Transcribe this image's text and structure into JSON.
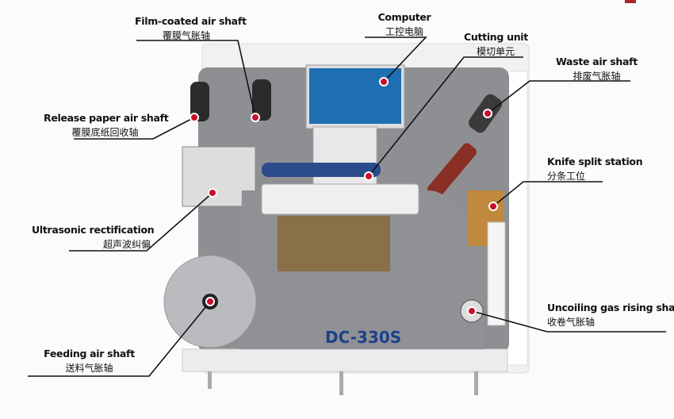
{
  "model_badge": "DC-330S",
  "accent_color": "#c8102e",
  "callouts": [
    {
      "id": "film-coated",
      "en": "Film-coated air shaft",
      "zh": "覆膜气胀轴"
    },
    {
      "id": "computer",
      "en": "Computer",
      "zh": "工控电脑"
    },
    {
      "id": "cutting-unit",
      "en": "Cutting unit",
      "zh": "模切单元"
    },
    {
      "id": "waste",
      "en": "Waste air shaft",
      "zh": "排废气胀轴"
    },
    {
      "id": "release-paper",
      "en": "Release paper air shaft",
      "zh": "覆膜底纸回收轴"
    },
    {
      "id": "knife-split",
      "en": "Knife split station",
      "zh": "分条工位"
    },
    {
      "id": "ultrasonic",
      "en": "Ultrasonic rectification",
      "zh": "超声波纠偏"
    },
    {
      "id": "feeding",
      "en": "Feeding air shaft",
      "zh": "送料气胀轴"
    },
    {
      "id": "uncoiling",
      "en": "Uncoiling gas rising shaft",
      "zh": "收卷气胀轴"
    }
  ]
}
